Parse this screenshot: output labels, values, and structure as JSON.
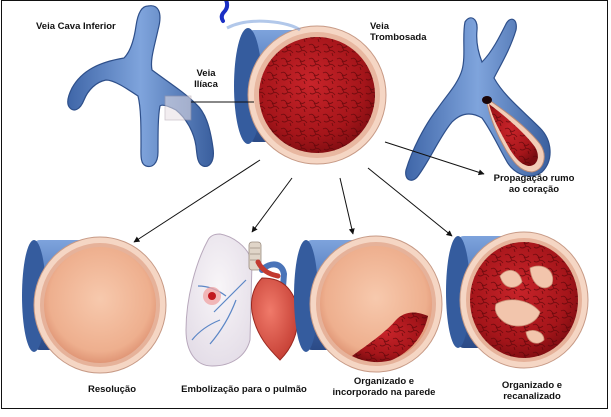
{
  "labels": {
    "vena_cava": "Veia Cava Inferior",
    "iliac_line1": "Veia",
    "iliac_line2": "Ilíaca",
    "thrombosed_line1": "Veia",
    "thrombosed_line2": "Trombosada",
    "propagation_line1": "Propagação rumo",
    "propagation_line2": "ao coração",
    "resolution": "Resolução",
    "embolization": "Embolização para o pulmão",
    "organized_wall_line1": "Organizado e",
    "organized_wall_line2": "incorporado na parede",
    "recanalized_line1": "Organizado e",
    "recanalized_line2": "recanalizado"
  },
  "colors": {
    "vein_blue": "#5b86c6",
    "vein_dark": "#2e4f8a",
    "clot_red": "#b3141a",
    "clot_dark": "#6e0a0d",
    "wall_pink": "#f3cbb4",
    "title_blue": "#1a2fc4"
  }
}
